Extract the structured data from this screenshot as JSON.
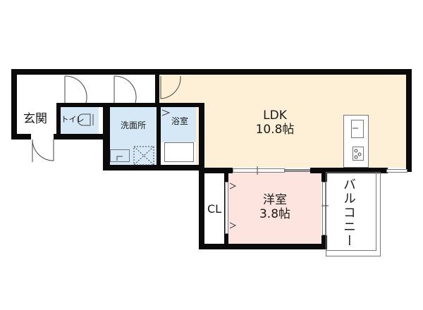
{
  "floor_plan": {
    "colors": {
      "ldk": "#fdf0d6",
      "bedroom": "#fde4de",
      "wet_area": "#d6e8f6",
      "wall": "#0a0a0a",
      "background": "#ffffff"
    },
    "rooms": {
      "entrance": {
        "label": "玄関"
      },
      "toilet": {
        "label": "トイレ"
      },
      "washroom": {
        "label": "洗面所"
      },
      "bathroom": {
        "label": "浴室"
      },
      "ldk": {
        "label": "LDK",
        "size": "10.8帖"
      },
      "bedroom": {
        "label": "洋室",
        "size": "3.8帖"
      },
      "closet": {
        "label": "CL"
      },
      "balcony": {
        "label": "バルコニー"
      }
    }
  }
}
